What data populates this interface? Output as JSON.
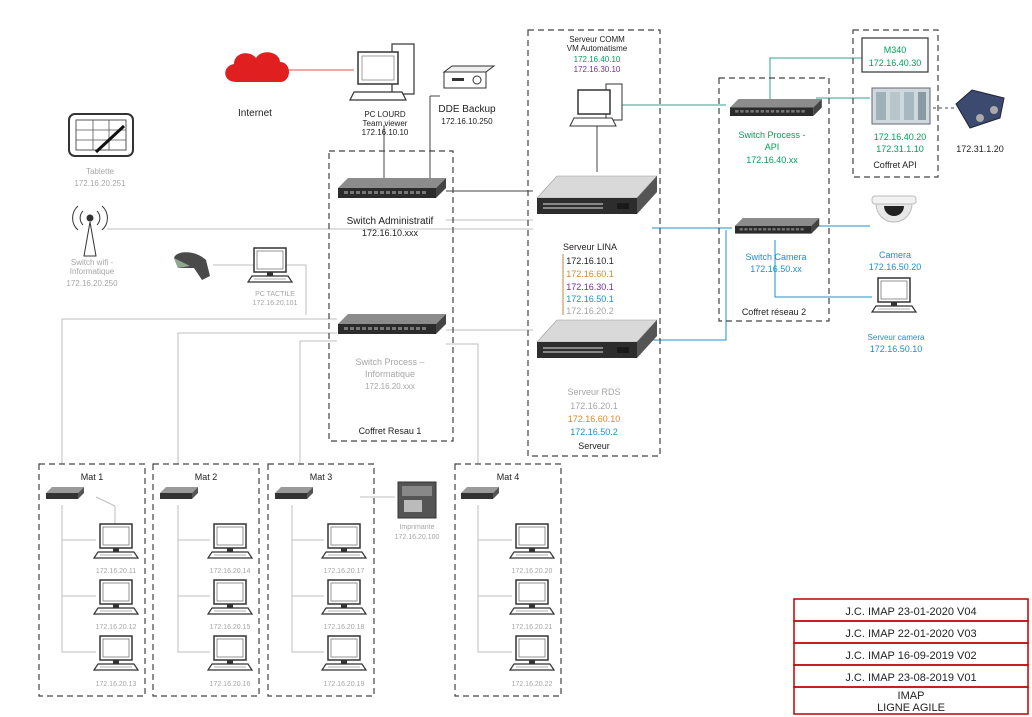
{
  "colors": {
    "gray_text": "#a6a6a6",
    "green": "#00a05a",
    "purple": "#7030a0",
    "orange": "#d98a2b",
    "blue": "#1f8fc8",
    "red": "#c00000",
    "line_gray": "#bfbfbf",
    "teal": "#2ca58d"
  },
  "internet": {
    "label": "Internet"
  },
  "pc_lourd": {
    "name": "PC LOURD",
    "sub": "Team viewer",
    "ip": "172.16.10.10"
  },
  "dde_backup": {
    "name": "DDE Backup",
    "ip": "172.16.10.250"
  },
  "serveur_comm": {
    "name": "Serveur COMM",
    "sub": "VM Automatisme",
    "ip1": "172.16.40.10",
    "ip2": "172.16.30.10"
  },
  "tablette": {
    "name": "Tablette",
    "ip": "172.16.20.251"
  },
  "switch_wifi": {
    "line1": "Switch wifi -",
    "line2": "Informatique",
    "ip": "172.16.20.250"
  },
  "switch_admin": {
    "name": "Switch Administratif",
    "ip": "172.16.10.xxx"
  },
  "pc_tactile": {
    "name": "PC TACTILE",
    "ip": "172.16.20.101"
  },
  "switch_process_info": {
    "line1": "Switch Process –",
    "line2": "Informatique",
    "ip": "172.16.20.xxx"
  },
  "coffret_reseau1": {
    "label": "Coffret Resau 1"
  },
  "serveur_lina": {
    "name": "Serveur LINA",
    "ips": [
      "172.16.10.1",
      "172.16.60.1",
      "172.16.30.1",
      "172.16.50.1",
      "172.16.20.2"
    ]
  },
  "serveur_rds": {
    "name": "Serveur RDS",
    "ips": [
      "172.16.20.1",
      "172.16.60.10",
      "172.16.50.2"
    ]
  },
  "serveur_box": {
    "label": "Serveur"
  },
  "switch_process_api": {
    "line1": "Switch Process -",
    "line2": "API",
    "ip": "172.16.40.xx"
  },
  "switch_camera": {
    "name": "Switch Camera",
    "ip": "172.16.50.xx"
  },
  "coffret_reseau2": {
    "label": "Coffret réseau 2"
  },
  "m340": {
    "name": "M340",
    "ip": "172.16.40.30"
  },
  "api_plc": {
    "ip1": "172.16.40.20",
    "ip2": "172.31.1.10"
  },
  "coffret_api": {
    "label": "Coffret API"
  },
  "remote_io": {
    "ip": "172.31.1.20"
  },
  "camera": {
    "name": "Camera",
    "ip": "172.16.50.20"
  },
  "serveur_camera": {
    "name": "Serveur camera",
    "ip": "172.16.50.10"
  },
  "mats": [
    {
      "label": "Mat 1",
      "pcs": [
        "172.16.20.11",
        "172.16.20.12",
        "172.16.20.13"
      ]
    },
    {
      "label": "Mat 2",
      "pcs": [
        "172.16.20.14",
        "172.16.20.15",
        "172.16.20.16"
      ]
    },
    {
      "label": "Mat 3",
      "pcs": [
        "172.16.20.17",
        "172.16.20.18",
        "172.16.20.19"
      ]
    },
    {
      "label": "Mat 4",
      "pcs": [
        "172.16.20.20",
        "172.16.20.21",
        "172.16.20.22"
      ]
    }
  ],
  "imprimante": {
    "name": "Imprimante",
    "ip": "172.16.20.100"
  },
  "revisions": [
    "J.C. IMAP 23-01-2020 V04",
    "J.C. IMAP 22-01-2020 V03",
    "J.C. IMAP 16-09-2019 V02",
    "J.C. IMAP 23-08-2019 V01"
  ],
  "title_block": {
    "line1": "IMAP",
    "line2": "LIGNE AGILE"
  }
}
